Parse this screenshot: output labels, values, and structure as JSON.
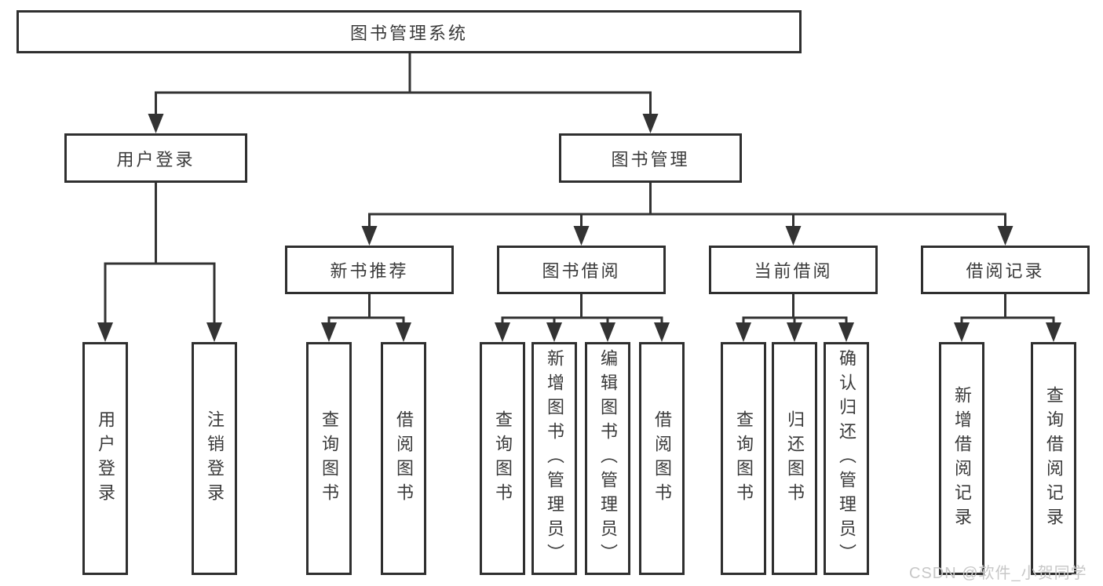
{
  "diagram": {
    "root": {
      "label": "图书管理系统"
    },
    "level2": [
      {
        "label": "用户登录"
      },
      {
        "label": "图书管理"
      }
    ],
    "login_children": [
      {
        "label": "用户登录"
      },
      {
        "label": "注销登录"
      }
    ],
    "modules": [
      {
        "label": "新书推荐",
        "children": [
          {
            "label": "查询图书"
          },
          {
            "label": "借阅图书"
          }
        ]
      },
      {
        "label": "图书借阅",
        "children": [
          {
            "label": "查询图书"
          },
          {
            "label": "新增图书（管理员）"
          },
          {
            "label": "编辑图书（管理员）"
          },
          {
            "label": "借阅图书"
          }
        ]
      },
      {
        "label": "当前借阅",
        "children": [
          {
            "label": "查询图书"
          },
          {
            "label": "归还图书"
          },
          {
            "label": "确认归还（管理员）"
          }
        ]
      },
      {
        "label": "借阅记录",
        "children": [
          {
            "label": "新增借阅记录"
          },
          {
            "label": "查询借阅记录"
          }
        ]
      }
    ]
  },
  "colors": {
    "line": "#333333",
    "border": "#2f2f2f",
    "text": "#3a3a3a",
    "background": "#ffffff",
    "watermark": "#c7c7c7"
  },
  "watermark": {
    "text": "CSDN @软件_小贺同学"
  }
}
